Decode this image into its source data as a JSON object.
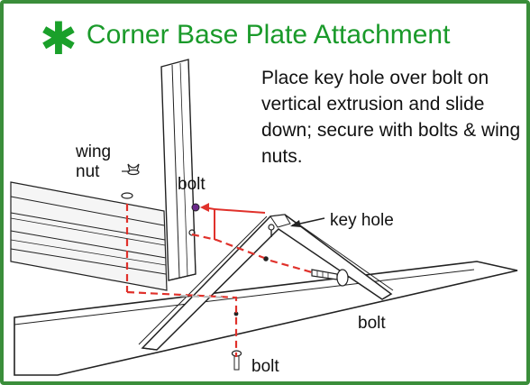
{
  "title": "Corner Base Plate Attachment",
  "title_icon": "asterisk-icon",
  "instruction": "Place key hole over bolt on vertical extrusion and slide down; secure with bolts & wing nuts.",
  "labels": {
    "wing_nut_line1": "wing",
    "wing_nut_line2": "nut",
    "bolt_top": "bolt",
    "key_hole": "key hole",
    "bolt_right": "bolt",
    "bolt_bottom": "bolt"
  },
  "colors": {
    "frame_border": "#3a8e3a",
    "title_green": "#1a9a2a",
    "callout_red": "#e0312b",
    "line_art": "#222222"
  }
}
